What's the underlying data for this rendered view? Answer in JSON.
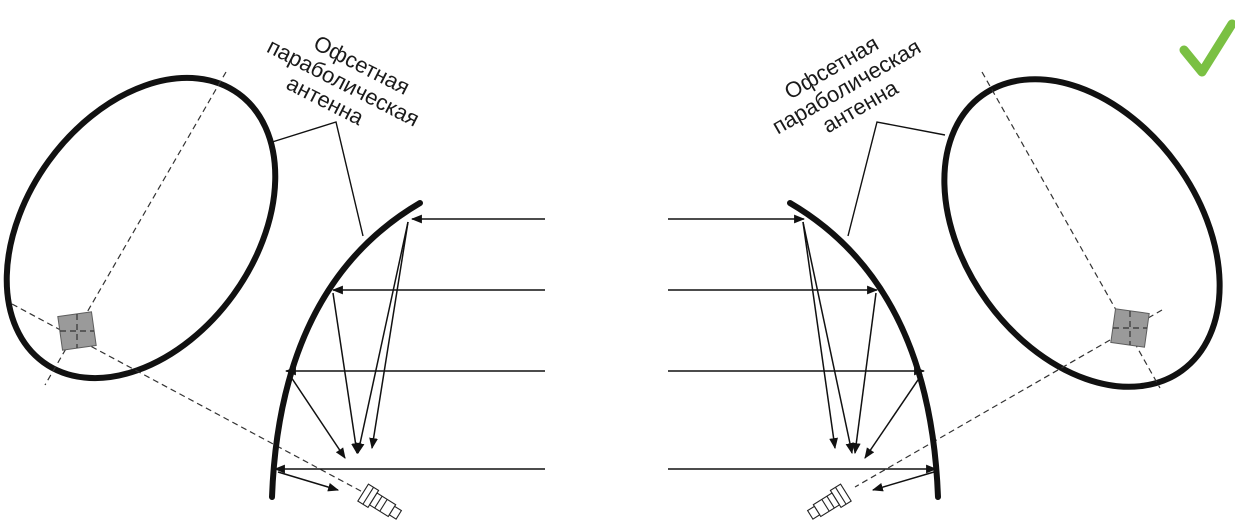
{
  "labels": {
    "left": [
      "Офсетная",
      "параболическая",
      "антенна"
    ],
    "right": [
      "Офсетная",
      "параболическая",
      "антенна"
    ]
  },
  "icons": {
    "feed_square": "feed-square-icon",
    "lnb_converter": "lnb-converter-icon",
    "approval": "check-icon"
  },
  "colors": {
    "line": "#111111",
    "feed": "#9a9a9a",
    "check": "#7ac043"
  }
}
